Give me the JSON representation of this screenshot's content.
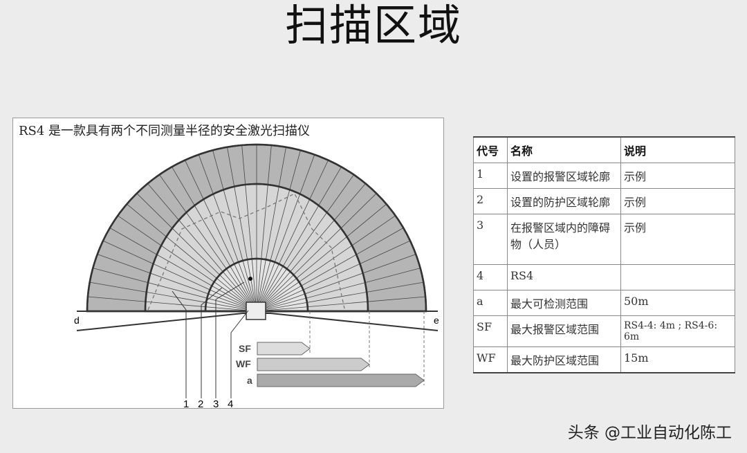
{
  "title": "扫描区域",
  "diagram": {
    "caption": "RS4 是一款具有两个不同测量半径的安全激光扫描仪",
    "labels": {
      "d": "d",
      "e": "e",
      "sf": "SF",
      "wf": "WF",
      "a": "a",
      "n1": "1",
      "n2": "2",
      "n3": "3",
      "n4": "4"
    }
  },
  "table": {
    "headers": [
      "代号",
      "名称",
      "说明"
    ],
    "rows": [
      [
        "1",
        "设置的报警区域轮廓",
        "示例"
      ],
      [
        "2",
        "设置的防护区域轮廓",
        "示例"
      ],
      [
        "3",
        "在报警区域内的障碍物（人员）",
        "示例"
      ],
      [
        "4",
        "RS4",
        ""
      ],
      [
        "a",
        "最大可检测范围",
        "50m"
      ],
      [
        "SF",
        "最大报警区域范围",
        "RS4-4: 4m ; RS4-6: 6m"
      ],
      [
        "WF",
        "最大防护区域范围",
        "15m"
      ]
    ]
  },
  "watermark": "头条 @工业自动化陈工"
}
